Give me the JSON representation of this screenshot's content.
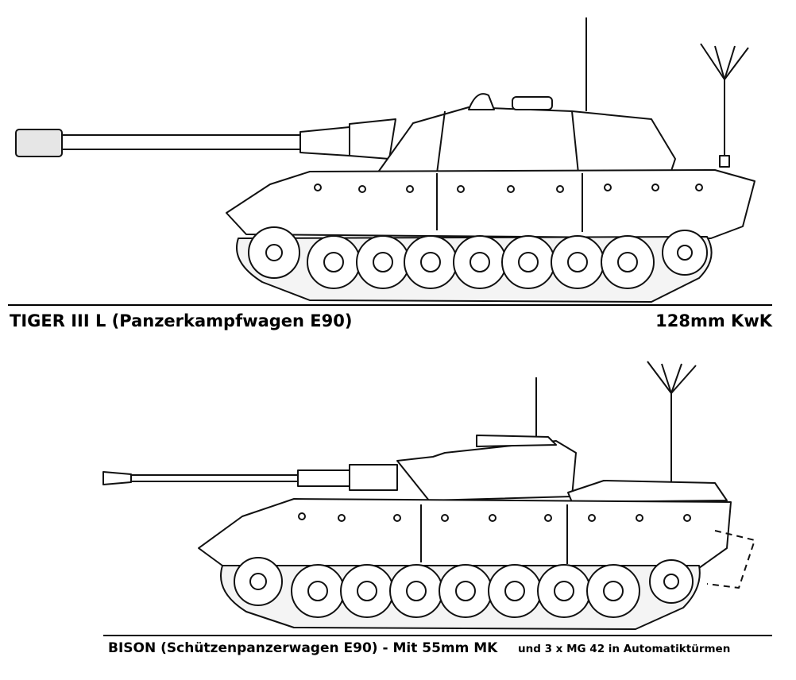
{
  "vehicle_1": {
    "name": "TIGER III L (Panzerkampfwagen E90)",
    "armament": "128mm KwK"
  },
  "vehicle_2": {
    "name": "BISON (Schützenpanzerwagen E90) - Mit 55mm MK",
    "armament": "und 3 x MG 42 in Automatiktürmen"
  },
  "colors": {
    "line": "#111111",
    "hull_fill": "#ffffff",
    "background": "#ffffff"
  },
  "icons": {
    "tank_1": "tank-destroyer-side-view-drawing",
    "tank_2": "armored-personnel-carrier-side-view-drawing"
  }
}
